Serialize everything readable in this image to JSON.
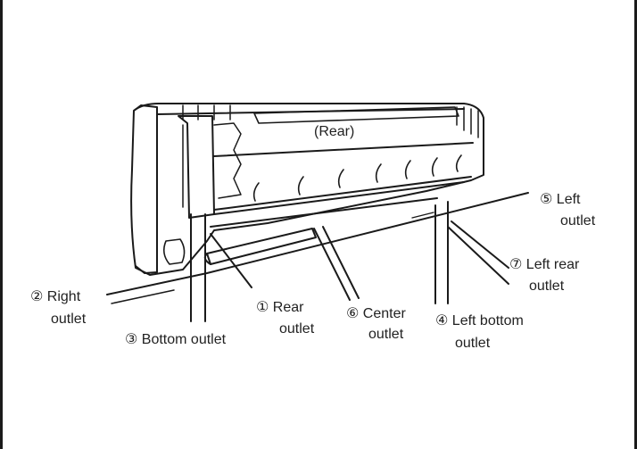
{
  "labels": {
    "rear": "(Rear)",
    "left_outlet": [
      "⑤ Left",
      "outlet"
    ],
    "left_rear_outlet": [
      "⑦ Left rear",
      "outlet"
    ],
    "right_outlet": [
      "② Right",
      "outlet"
    ],
    "rear_outlet": [
      "① Rear",
      "outlet"
    ],
    "center_outlet": [
      "⑥ Center",
      "outlet"
    ],
    "left_bottom_outlet": [
      "④ Left bottom",
      "outlet"
    ],
    "bottom_outlet": "③ Bottom outlet"
  },
  "colors": {
    "line": "#1a1a1a",
    "text": "#222222",
    "background": "#ffffff"
  }
}
